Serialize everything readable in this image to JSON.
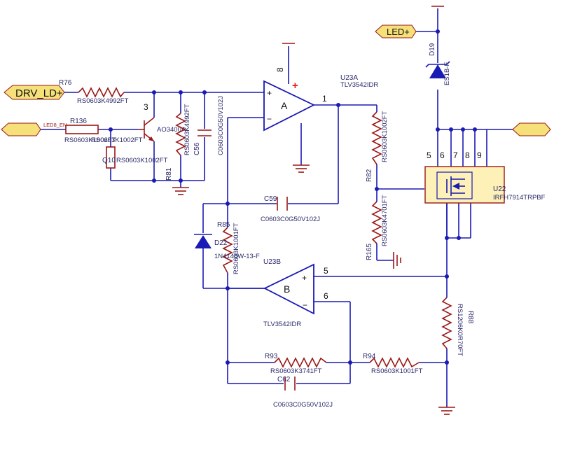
{
  "colors": {
    "wire": "#1a1ab4",
    "component": "#9b1717",
    "port_fill": "#f5e079",
    "ic_fill": "#fdf1b8",
    "diode_fill": "#1a1ab4",
    "plus_sign": "#e01b1b"
  },
  "ports": {
    "drv_ld": "DRV_LD+",
    "led_en": "LED8_EN",
    "led_plus": "LED+"
  },
  "components": {
    "r76": {
      "ref": "R76",
      "value": "RS0603K4992FT"
    },
    "r136": {
      "ref": "R136",
      "value": "RS0603K1002FT"
    },
    "q10": {
      "ref": "Q10",
      "value": "RS0603K1002FT"
    },
    "q_type": "AO3400A",
    "q_value_overlay": "RS0603K1002FT",
    "r81": {
      "ref": "R81",
      "value": "RS0603K4992FT"
    },
    "c56": {
      "ref": "C56",
      "value": "C0603C0G50V102J"
    },
    "u23a": {
      "ref": "U23A",
      "value": "TLV3542IDR",
      "label": "A"
    },
    "u23b": {
      "ref": "U23B",
      "value": "TLV3542IDR",
      "label": "B"
    },
    "c59": {
      "ref": "C59",
      "value": "C0603C0G50V102J"
    },
    "r82": {
      "ref": "R82",
      "value": "RS0603K1002FT"
    },
    "r165": {
      "ref": "R165",
      "value": "RS0603K4701FT"
    },
    "r85": {
      "ref": "R85",
      "value": "RS0603K1001FT"
    },
    "d22": {
      "ref": "D22",
      "value": "1N4148W-13-F"
    },
    "d19": {
      "ref": "D19",
      "value": "ES1B-F"
    },
    "u22": {
      "ref": "U22",
      "value": "IRFH7914TRPBF"
    },
    "r88": {
      "ref": "R88",
      "value": "RS1206K0R70FT"
    },
    "r93": {
      "ref": "R93",
      "value": "RS0603K3741FT"
    },
    "r94": {
      "ref": "R94",
      "value": "RS0603K1001FT"
    },
    "c62": {
      "ref": "C62",
      "value": "C0603C0G50V102J"
    }
  },
  "pins": {
    "q_base": "3",
    "u23a_vcc": "8",
    "u23a_out": "1",
    "u23b_in_p": "5",
    "u23b_in_n": "6",
    "u22_p5": "5",
    "u22_p6": "6",
    "u22_p7": "7",
    "u22_p8": "8",
    "u22_p9": "9",
    "plus_sign": "+",
    "minus_sign": "−"
  }
}
